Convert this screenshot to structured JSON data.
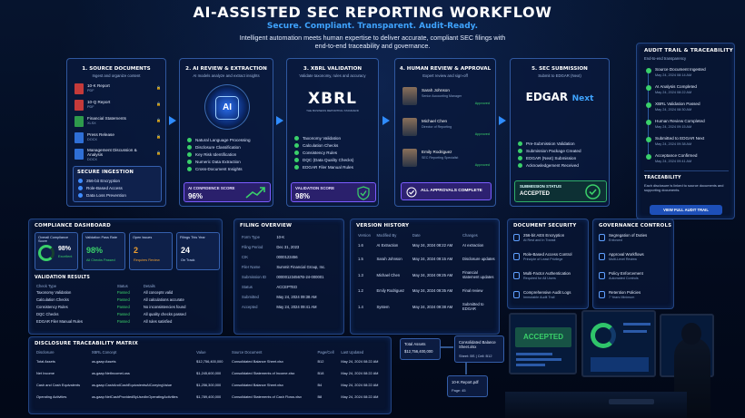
{
  "header": {
    "title": "AI-ASSISTED SEC REPORTING WORKFLOW",
    "subtitle": "Secure. Compliant. Transparent. Audit-Ready.",
    "tagline_line1": "Intelligent automation meets human expertise to deliver accurate, compliant SEC filings with",
    "tagline_line2": "end-to-end traceability and governance."
  },
  "stage1": {
    "title": "1. SOURCE DOCUMENTS",
    "subtitle": "Ingest and organize content",
    "docs": [
      {
        "name": "10-K Report",
        "fmt": "PDF",
        "color": "#c43a3a"
      },
      {
        "name": "10-Q Report",
        "fmt": "PDF",
        "color": "#c43a3a"
      },
      {
        "name": "Financial Statements",
        "fmt": "XLSX",
        "color": "#2e9a4c"
      },
      {
        "name": "Press Release",
        "fmt": "DOCX",
        "color": "#2f6fd6"
      },
      {
        "name": "Management Discussion & Analysis",
        "fmt": "DOCX",
        "color": "#2f6fd6"
      }
    ],
    "secure_title": "SECURE INGESTION",
    "secure_items": [
      "256-bit Encryption",
      "Role-Based Access",
      "Data Loss Prevention"
    ]
  },
  "stage2": {
    "title": "2. AI REVIEW & EXTRACTION",
    "subtitle": "AI models analyze and extract insights",
    "ai_label": "AI",
    "items": [
      "Natural Language Processing",
      "Disclosure Classification",
      "Key Risk Identification",
      "Numeric Data Extraction",
      "Cross-Document Insights"
    ],
    "score_label": "AI CONFIDENCE SCORE",
    "score_value": "96%"
  },
  "stage3": {
    "title": "3. XBRL VALIDATION",
    "subtitle": "Validate taxonomy, rules and accuracy",
    "logo": "XBRL",
    "logo_sub": "THE BUSINESS REPORTING STANDARD",
    "items": [
      "Taxonomy Validation",
      "Calculation Checks",
      "Consistency Rules",
      "DQC (Data Quality Checks)",
      "EDGAR Filer Manual Rules"
    ],
    "score_label": "VALIDATION SCORE",
    "score_value": "98%"
  },
  "stage4": {
    "title": "4. HUMAN REVIEW & APPROVAL",
    "subtitle": "Expert review and sign-off",
    "people": [
      {
        "name": "Sarah Johnson",
        "role": "Senior Accounting Manager",
        "status": "Approved"
      },
      {
        "name": "Michael Chen",
        "role": "Director of Reporting",
        "status": "Approved"
      },
      {
        "name": "Emily Rodriguez",
        "role": "SEC Reporting Specialist",
        "status": "Approved"
      }
    ],
    "banner": "ALL APPROVALS COMPLETE"
  },
  "stage5": {
    "title": "5. SEC SUBMISSION",
    "subtitle": "Submit to EDGAR (Next)",
    "logo": "EDGAR",
    "logo_next": "Next",
    "items": [
      "Pre-Submission Validation",
      "Submission Package Created",
      "EDGAR (Next) Submission",
      "Acknowledgement Received"
    ],
    "status_label": "SUBMISSION STATUS",
    "status_value": "ACCEPTED"
  },
  "audit": {
    "title": "AUDIT TRAIL & TRACEABILITY",
    "subtitle": "End-to-end transparency",
    "events": [
      {
        "t": "Source Document Ingested",
        "d": "May 24, 2024 08:14 AM"
      },
      {
        "t": "AI Analysis Completed",
        "d": "May 24, 2024 08:22 AM"
      },
      {
        "t": "XBRL Validation Passed",
        "d": "May 24, 2024 08:30 AM"
      },
      {
        "t": "Human Review Completed",
        "d": "May 24, 2024 09:15 AM"
      },
      {
        "t": "Submitted to EDGAR Next",
        "d": "May 24, 2024 09:38 AM"
      },
      {
        "t": "Acceptance Confirmed",
        "d": "May 24, 2024 09:41 AM"
      }
    ],
    "trace_title": "TRACEABILITY",
    "trace_text": "Each disclosure is linked to source documents and supporting documents.",
    "button": "VIEW FULL AUDIT TRAIL"
  },
  "compliance": {
    "title": "COMPLIANCE DASHBOARD",
    "kpis": [
      {
        "label": "Overall Compliance Score",
        "value": "98%",
        "sub": "Excellent"
      },
      {
        "label": "Validation Pass Rate",
        "value": "98%",
        "sub": "All Checks Passed"
      },
      {
        "label": "Open Issues",
        "value": "2",
        "sub": "Requires Review"
      },
      {
        "label": "Filings This Year",
        "value": "24",
        "sub": "On Track"
      }
    ],
    "vr_title": "VALIDATION RESULTS",
    "vr_headers": [
      "Check Type",
      "Status",
      "Details"
    ],
    "vr_rows": [
      [
        "Taxonomy Validation",
        "Passed",
        "All concepts valid"
      ],
      [
        "Calculation Checks",
        "Passed",
        "All calculations accurate"
      ],
      [
        "Consistency Rules",
        "Passed",
        "No inconsistencies found"
      ],
      [
        "DQC Checks",
        "Passed",
        "All quality checks passed"
      ],
      [
        "EDGAR Filer Manual Rules",
        "Passed",
        "All rules satisfied"
      ]
    ]
  },
  "filing": {
    "title": "FILING OVERVIEW",
    "rows": [
      [
        "Form Type",
        "10-K"
      ],
      [
        "Filing Period",
        "Dec 31, 2023"
      ],
      [
        "CIK",
        "0000123456"
      ],
      [
        "Filer Name",
        "Summit Financial Group, Inc."
      ],
      [
        "Submission ID",
        "000001234567B-24-000001"
      ],
      [
        "Status",
        "ACCEPTED"
      ],
      [
        "Submitted",
        "May 24, 2024 09:38 AM"
      ],
      [
        "Accepted",
        "May 24, 2024 09:41 AM"
      ]
    ]
  },
  "version": {
    "title": "VERSION HISTORY",
    "headers": [
      "Version",
      "Modified By",
      "Date",
      "Changes"
    ],
    "rows": [
      [
        "1.6",
        "AI Extraction",
        "May 24, 2024 08:22 AM",
        "AI extraction"
      ],
      [
        "1.5",
        "Sarah Johnson",
        "May 24, 2024 09:15 AM",
        "Disclosure updates"
      ],
      [
        "1.3",
        "Michael Chen",
        "May 24, 2024 09:25 AM",
        "Financial statement updates"
      ],
      [
        "1.2",
        "Emily Rodriguez",
        "May 24, 2024 09:35 AM",
        "Final review"
      ],
      [
        "1.4",
        "System",
        "May 24, 2024 09:38 AM",
        "Submitted to EDGAR"
      ]
    ]
  },
  "security": {
    "title": "DOCUMENT SECURITY",
    "items": [
      {
        "t": "256-bit AES Encryption",
        "s": "At Rest and In Transit"
      },
      {
        "t": "Role-Based Access Control",
        "s": "Principle of Least Privilege"
      },
      {
        "t": "Multi-Factor Authentication",
        "s": "Required for All Users"
      },
      {
        "t": "Comprehensive Audit Logs",
        "s": "Immutable Audit Trail"
      }
    ]
  },
  "governance": {
    "title": "GOVERNANCE CONTROLS",
    "items": [
      {
        "t": "Segregation of Duties",
        "s": "Enforced"
      },
      {
        "t": "Approval Workflows",
        "s": "Multi-Level Review"
      },
      {
        "t": "Policy Enforcement",
        "s": "Automated Controls"
      },
      {
        "t": "Retention Policies",
        "s": "7 Years Minimum"
      }
    ]
  },
  "matrix": {
    "title": "DISCLOSURE TRACEABILITY MATRIX",
    "headers": [
      "Disclosure",
      "XBRL Concept",
      "Value",
      "Source Document",
      "Page/Cell",
      "Last Updated"
    ],
    "rows": [
      [
        "Total Assets",
        "us-gaap:Assets",
        "$12,756,400,000",
        "Consolidated Balance Sheet.xlsx",
        "B12",
        "May 24, 2024 08:22 AM"
      ],
      [
        "Net Income",
        "us-gaap:NetIncomeLoss",
        "$1,245,600,000",
        "Consolidated Statements of Income.xlsx",
        "B18",
        "May 24, 2024 08:22 AM"
      ],
      [
        "Cash and Cash Equivalents",
        "us-gaap:CashAndCashEquivalentsAtCarryingValue",
        "$1,256,300,000",
        "Consolidated Balance Sheet.xlsx",
        "B4",
        "May 24, 2024 08:22 AM"
      ],
      [
        "Operating Activities",
        "us-gaap:NetCashProvidedByUsedInOperatingActivities",
        "$1,789,400,000",
        "Consolidated Statements of Cash Flows.xlsx",
        "B8",
        "May 24, 2024 08:22 AM"
      ]
    ]
  },
  "flow": {
    "node1_label": "Total Assets",
    "node1_value": "$12,756,400,000",
    "node2_label": "Consolidated Balance Sheet.xlsx",
    "node2_cell": "Sheet: BS | Cell: B12",
    "node3_label": "10-K Report.pdf",
    "node3_page": "Page: 45"
  },
  "monitor": {
    "accepted": "ACCEPTED"
  }
}
